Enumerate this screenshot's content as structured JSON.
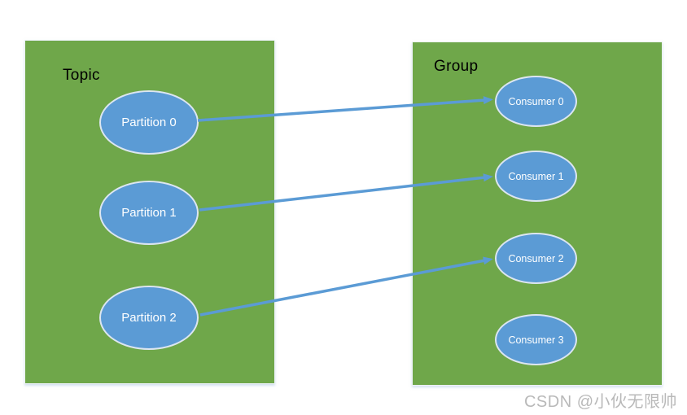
{
  "topic": {
    "label": "Topic",
    "partitions": [
      "Partition 0",
      "Partition 1",
      "Partition 2"
    ]
  },
  "group": {
    "label": "Group",
    "consumers": [
      "Consumer 0",
      "Consumer 1",
      "Consumer 2",
      "Consumer 3"
    ]
  },
  "connections": [
    {
      "from": "Partition 0",
      "to": "Consumer 0"
    },
    {
      "from": "Partition 1",
      "to": "Consumer 1"
    },
    {
      "from": "Partition 2",
      "to": "Consumer 2"
    }
  ],
  "watermark": "CSDN @小伙无限帅",
  "colors": {
    "box_fill": "#6FA74A",
    "node_fill": "#5B9BD5",
    "node_border": "#DCE6F1",
    "connector": "#5B9BD5",
    "box_label_text": "#000000",
    "node_text": "#FFFFFF",
    "watermark_text": "#B9B9B9"
  }
}
